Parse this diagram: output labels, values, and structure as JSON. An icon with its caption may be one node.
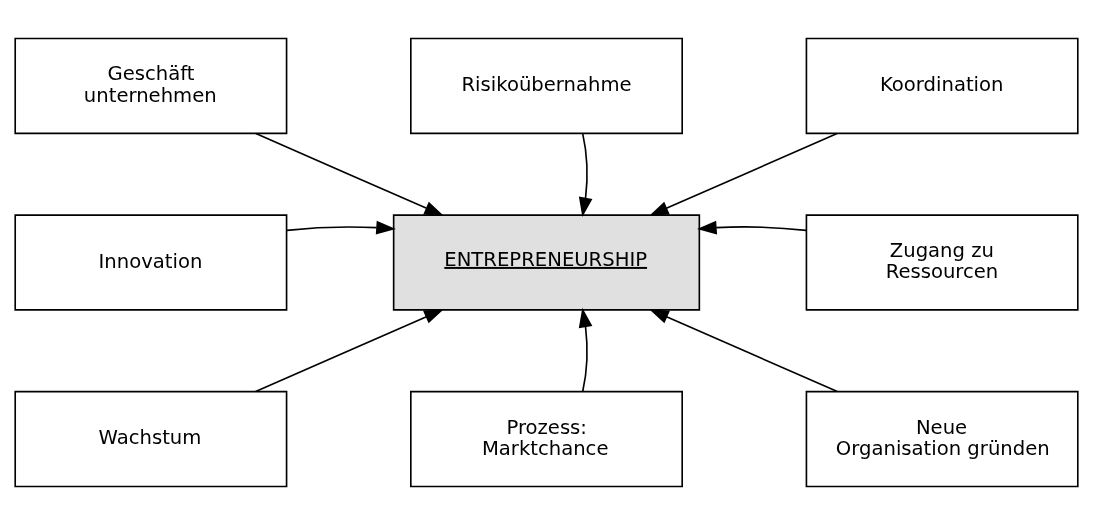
{
  "diagram": {
    "nodes": [
      {
        "text": [
          "Geschäft unternehmen"
        ]
      },
      {
        "text": [
          "Risikoübernahme"
        ]
      },
      {
        "text": [
          "Koordination"
        ]
      },
      {
        "text": [
          "Innovation"
        ]
      },
      {
        "text": [
          "ENTREPRENEURSHIP"
        ]
      },
      {
        "text": [
          "Zugang zu Ressourcen"
        ]
      },
      {
        "text": [
          "Wachstum"
        ]
      },
      {
        "text": [
          "Prozess: Marktchance"
        ]
      },
      {
        "text": [
          "Neue Organisation gründen"
        ]
      }
    ],
    "edges": [
      {
        "from": 0,
        "to": 4,
        "arrow": "to"
      },
      {
        "from": 1,
        "to": 4,
        "arrow": "to"
      },
      {
        "from": 2,
        "to": 4,
        "arrow": "to"
      },
      {
        "from": 3,
        "to": 4,
        "arrow": "to"
      },
      {
        "from": 5,
        "to": 4,
        "arrow": "to"
      },
      {
        "from": 6,
        "to": 4,
        "arrow": "to"
      },
      {
        "from": 7,
        "to": 4,
        "arrow": "to"
      },
      {
        "from": 8,
        "to": 4,
        "arrow": "to"
      }
    ]
  }
}
